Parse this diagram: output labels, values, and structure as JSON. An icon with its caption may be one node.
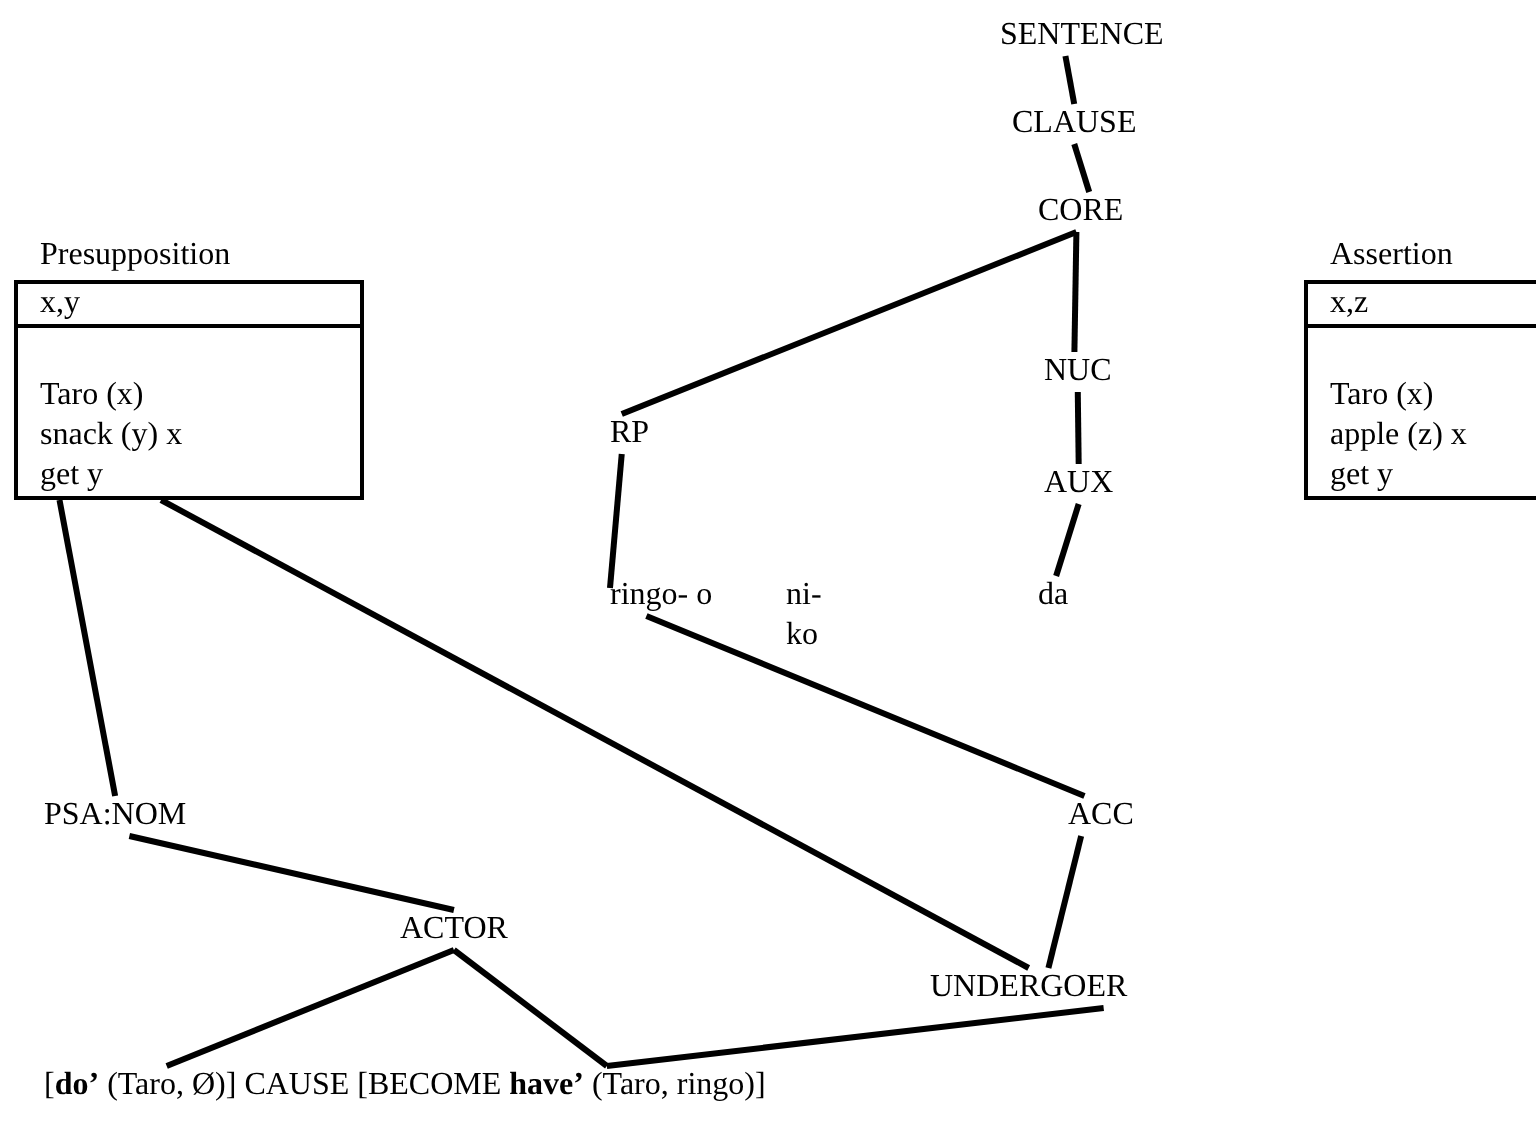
{
  "diagram": {
    "nodes": [
      {
        "text": [
          "SENTENCE"
        ]
      },
      {
        "text": [
          "CLAUSE"
        ]
      },
      {
        "text": [
          "CORE"
        ]
      },
      {
        "text": [
          "NUC"
        ]
      },
      {
        "text": [
          "AUX"
        ]
      },
      {
        "text": [
          "RP"
        ]
      },
      {
        "text": [
          "ringo- o"
        ]
      },
      {
        "text": [
          "ni- ko"
        ]
      },
      {
        "text": [
          "da"
        ]
      },
      {
        "text": [
          "Presupposition",
          "x,y",
          "Taro (x) snack (y) x get y"
        ]
      },
      {
        "text": [
          "Assertion",
          "x,z",
          "Taro (x) apple (z) x get y"
        ]
      },
      {
        "text": [
          "PSA:NOM"
        ]
      },
      {
        "text": [
          "ACC"
        ]
      },
      {
        "text": [
          "ACTOR"
        ]
      },
      {
        "text": [
          "UNDERGOER"
        ]
      },
      {
        "text": [
          "[**do’** (Taro, Ø)] CAUSE [BECOME **have’** (Taro, ringo)]"
        ]
      }
    ],
    "edges": [
      {
        "from": 0,
        "to": 1,
        "arrow": "none"
      },
      {
        "from": 1,
        "to": 2,
        "arrow": "none"
      },
      {
        "from": 2,
        "to": 5,
        "arrow": "none"
      },
      {
        "from": 2,
        "to": 3,
        "arrow": "none"
      },
      {
        "from": 3,
        "to": 4,
        "arrow": "none"
      },
      {
        "from": 4,
        "to": 8,
        "arrow": "none"
      },
      {
        "from": 5,
        "to": 6,
        "arrow": "none"
      },
      {
        "from": 6,
        "to": 12,
        "arrow": "none"
      },
      {
        "from": 9,
        "to": 11,
        "arrow": "none"
      },
      {
        "from": 9,
        "to": 14,
        "arrow": "none"
      },
      {
        "from": 11,
        "to": 13,
        "arrow": "none"
      },
      {
        "from": 12,
        "to": 14,
        "arrow": "none"
      },
      {
        "from": 13,
        "to": 15,
        "arrow": "none"
      },
      {
        "from": 13,
        "to": 15,
        "arrow": "none"
      },
      {
        "from": 14,
        "to": 15,
        "arrow": "none"
      }
    ]
  }
}
